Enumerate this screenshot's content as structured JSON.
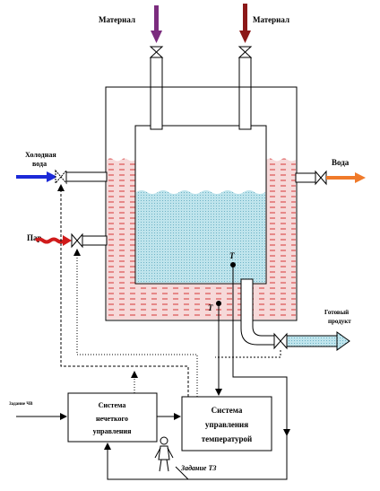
{
  "labels": {
    "material_left": "Материал",
    "material_right": "Материал",
    "cold_water_line1": "Холодная",
    "cold_water_line2": "вода",
    "water_out": "Вода",
    "steam": "Пар",
    "product_line1": "Готовый",
    "product_line2": "продукт",
    "sensor_top": "T",
    "sensor_bottom": "T",
    "setpoint_left": "Задание ЧВ",
    "setpoint_bottom": "Задание ТЗ"
  },
  "boxes": {
    "fuzzy_line1": "Система",
    "fuzzy_line2": "нечеткого",
    "fuzzy_line3": "управления",
    "temp_line1": "Система",
    "temp_line2": "управления",
    "temp_line3": "температурой"
  },
  "colors": {
    "jacket_water": "#f6d9d9",
    "jacket_dash": "#d73838",
    "reactor_liquid": "#bfe4ec",
    "material_arrow_left": "#7b2c7e",
    "material_arrow_right": "#8c1818",
    "cold_water_arrow": "#1c2ad8",
    "steam_arrow": "#d01b1b",
    "water_out_arrow": "#f07a2a"
  }
}
